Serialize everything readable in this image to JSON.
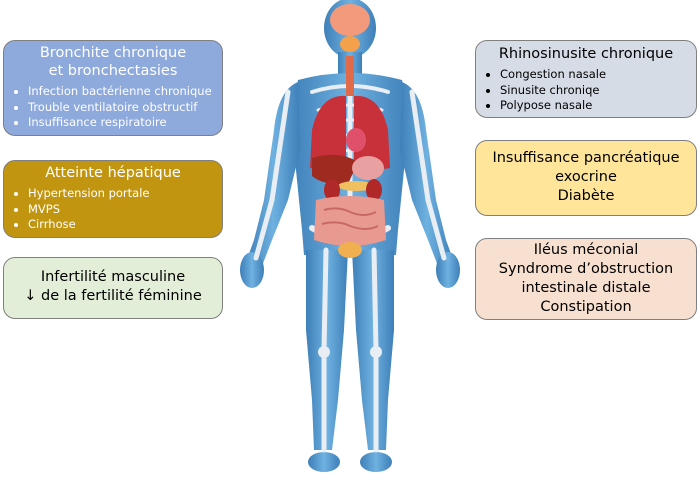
{
  "boxes": {
    "bronchite": {
      "title_line1": "Bronchite chronique",
      "title_line2": "et bronchectasies",
      "items": [
        "Infection bactérienne chronique",
        "Trouble ventilatoire obstructif",
        "Insuffisance respiratoire"
      ],
      "color": "#8ea9dc"
    },
    "hepatique": {
      "title": "Atteinte hépatique",
      "items": [
        "Hypertension portale",
        "MVPS",
        "Cirrhose"
      ],
      "color": "#c29510"
    },
    "fertilite": {
      "line1": "Infertilité masculine",
      "line2": "↓ de la fertilité féminine",
      "color": "#e3eed9"
    },
    "rhino": {
      "title": "Rhinosinusite chronique",
      "items": [
        "Congestion nasale",
        "Sinusite chroniqe",
        "Polypose nasale"
      ],
      "color": "#d6dce5"
    },
    "pancreas": {
      "line1": "Insuffisance  pancréatique",
      "line2": "exocrine",
      "line3": "Diabète",
      "color": "#ffe59a"
    },
    "intestin": {
      "line1": "Iléus méconial",
      "line2": "Syndrome d’obstruction",
      "line3": "intestinale distale",
      "line4": "Constipation",
      "color": "#f8e0d0"
    }
  }
}
